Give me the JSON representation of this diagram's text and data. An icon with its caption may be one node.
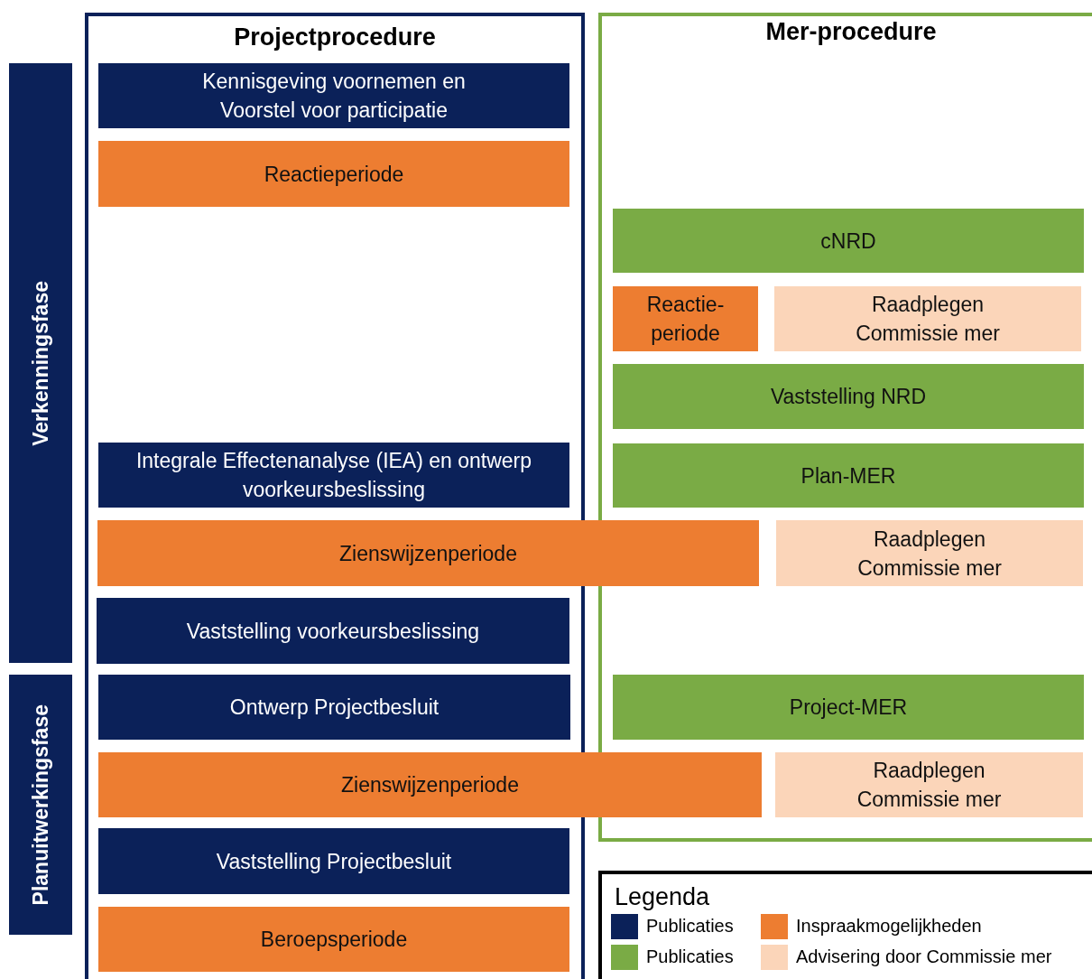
{
  "diagram": {
    "nodes": [
      {
        "text": [
          "Verkenningsfase"
        ]
      },
      {
        "text": [
          "Planuitwerkingsfase"
        ]
      },
      {
        "text": [
          "Projectprocedure"
        ]
      },
      {
        "text": [
          "Kennisgeving voornemen en Voorstel voor participatie"
        ],
        "in": 2
      },
      {
        "text": [
          "Reactieperiode"
        ],
        "in": 2
      },
      {
        "text": [
          "Integrale Effectenanalyse (IEA) en ontwerp voorkeursbeslissing"
        ],
        "in": 2
      },
      {
        "text": [
          "Zienswijzenperiode"
        ]
      },
      {
        "text": [
          "Vaststelling voorkeursbeslissing"
        ],
        "in": 2
      },
      {
        "text": [
          "Ontwerp Projectbesluit"
        ],
        "in": 2
      },
      {
        "text": [
          "Zienswijzenperiode"
        ]
      },
      {
        "text": [
          "Vaststelling Projectbesluit"
        ],
        "in": 2
      },
      {
        "text": [
          "Beroepsperiode"
        ],
        "in": 2
      },
      {
        "text": [
          "Mer-procedure"
        ]
      },
      {
        "text": [
          "cNRD"
        ],
        "in": 12
      },
      {
        "text": [
          "Reactie- periode"
        ],
        "in": 12
      },
      {
        "text": [
          "Raadplegen Commissie mer"
        ],
        "in": 12
      },
      {
        "text": [
          "Vaststelling NRD"
        ],
        "in": 12
      },
      {
        "text": [
          "Plan-MER"
        ],
        "in": 12
      },
      {
        "text": [
          "Raadplegen Commissie mer"
        ],
        "in": 12
      },
      {
        "text": [
          "Project-MER"
        ],
        "in": 12
      },
      {
        "text": [
          "Raadplegen Commissie mer"
        ],
        "in": 12
      }
    ],
    "edges": [],
    "labels": [
      "Legenda"
    ],
    "legend": [
      {
        "text": "Publicaties",
        "color": "#0b2159"
      },
      {
        "text": "Inspraakmogelijkheden",
        "color": "#ed7d31"
      },
      {
        "text": "Publicaties",
        "color": "#7aab45"
      },
      {
        "text": "Advisering door Commissie mer",
        "color": "#fbd5b9"
      }
    ]
  }
}
